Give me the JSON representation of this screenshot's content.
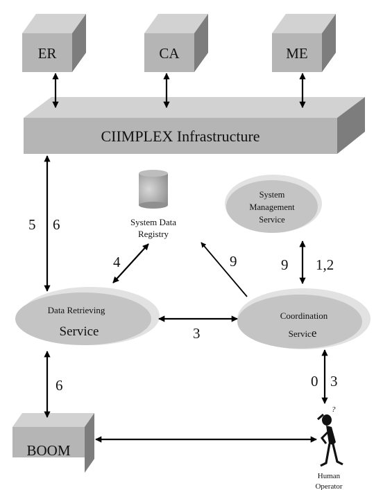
{
  "boxes": {
    "er": "ER",
    "ca": "CA",
    "me": "ME",
    "infrastructure": "CIIMPLEX Infrastructure",
    "boom": "BOOM"
  },
  "registry": {
    "line1": "System Data",
    "line2": "Registry"
  },
  "services": {
    "system_management": {
      "line1": "System",
      "line2": "Management",
      "line3": "Service"
    },
    "data_retrieving": {
      "line1": "Data Retrieving",
      "line2": "Service"
    },
    "coordination": {
      "line1": "Coordination",
      "line2": "Servic",
      "line2_tail": "e"
    }
  },
  "operator": {
    "line1": "Human",
    "line2": "Operator"
  },
  "edge_labels": {
    "infra_retrieve_left": "5",
    "infra_retrieve_right": "6",
    "registry_retrieve": "4",
    "coord_registry": "9",
    "mgmt_coord_left": "9",
    "mgmt_coord_right": "1,2",
    "retrieve_coord": "3",
    "retrieve_boom": "6",
    "coord_operator_left": "0",
    "coord_operator_right": "3"
  },
  "colors": {
    "box_front": "#b5b5b5",
    "box_top": "#d2d2d2",
    "box_side": "#7d7d7d",
    "ellipse_fill": "#c4c4c4",
    "ellipse_shadow": "#e2e2e2"
  }
}
